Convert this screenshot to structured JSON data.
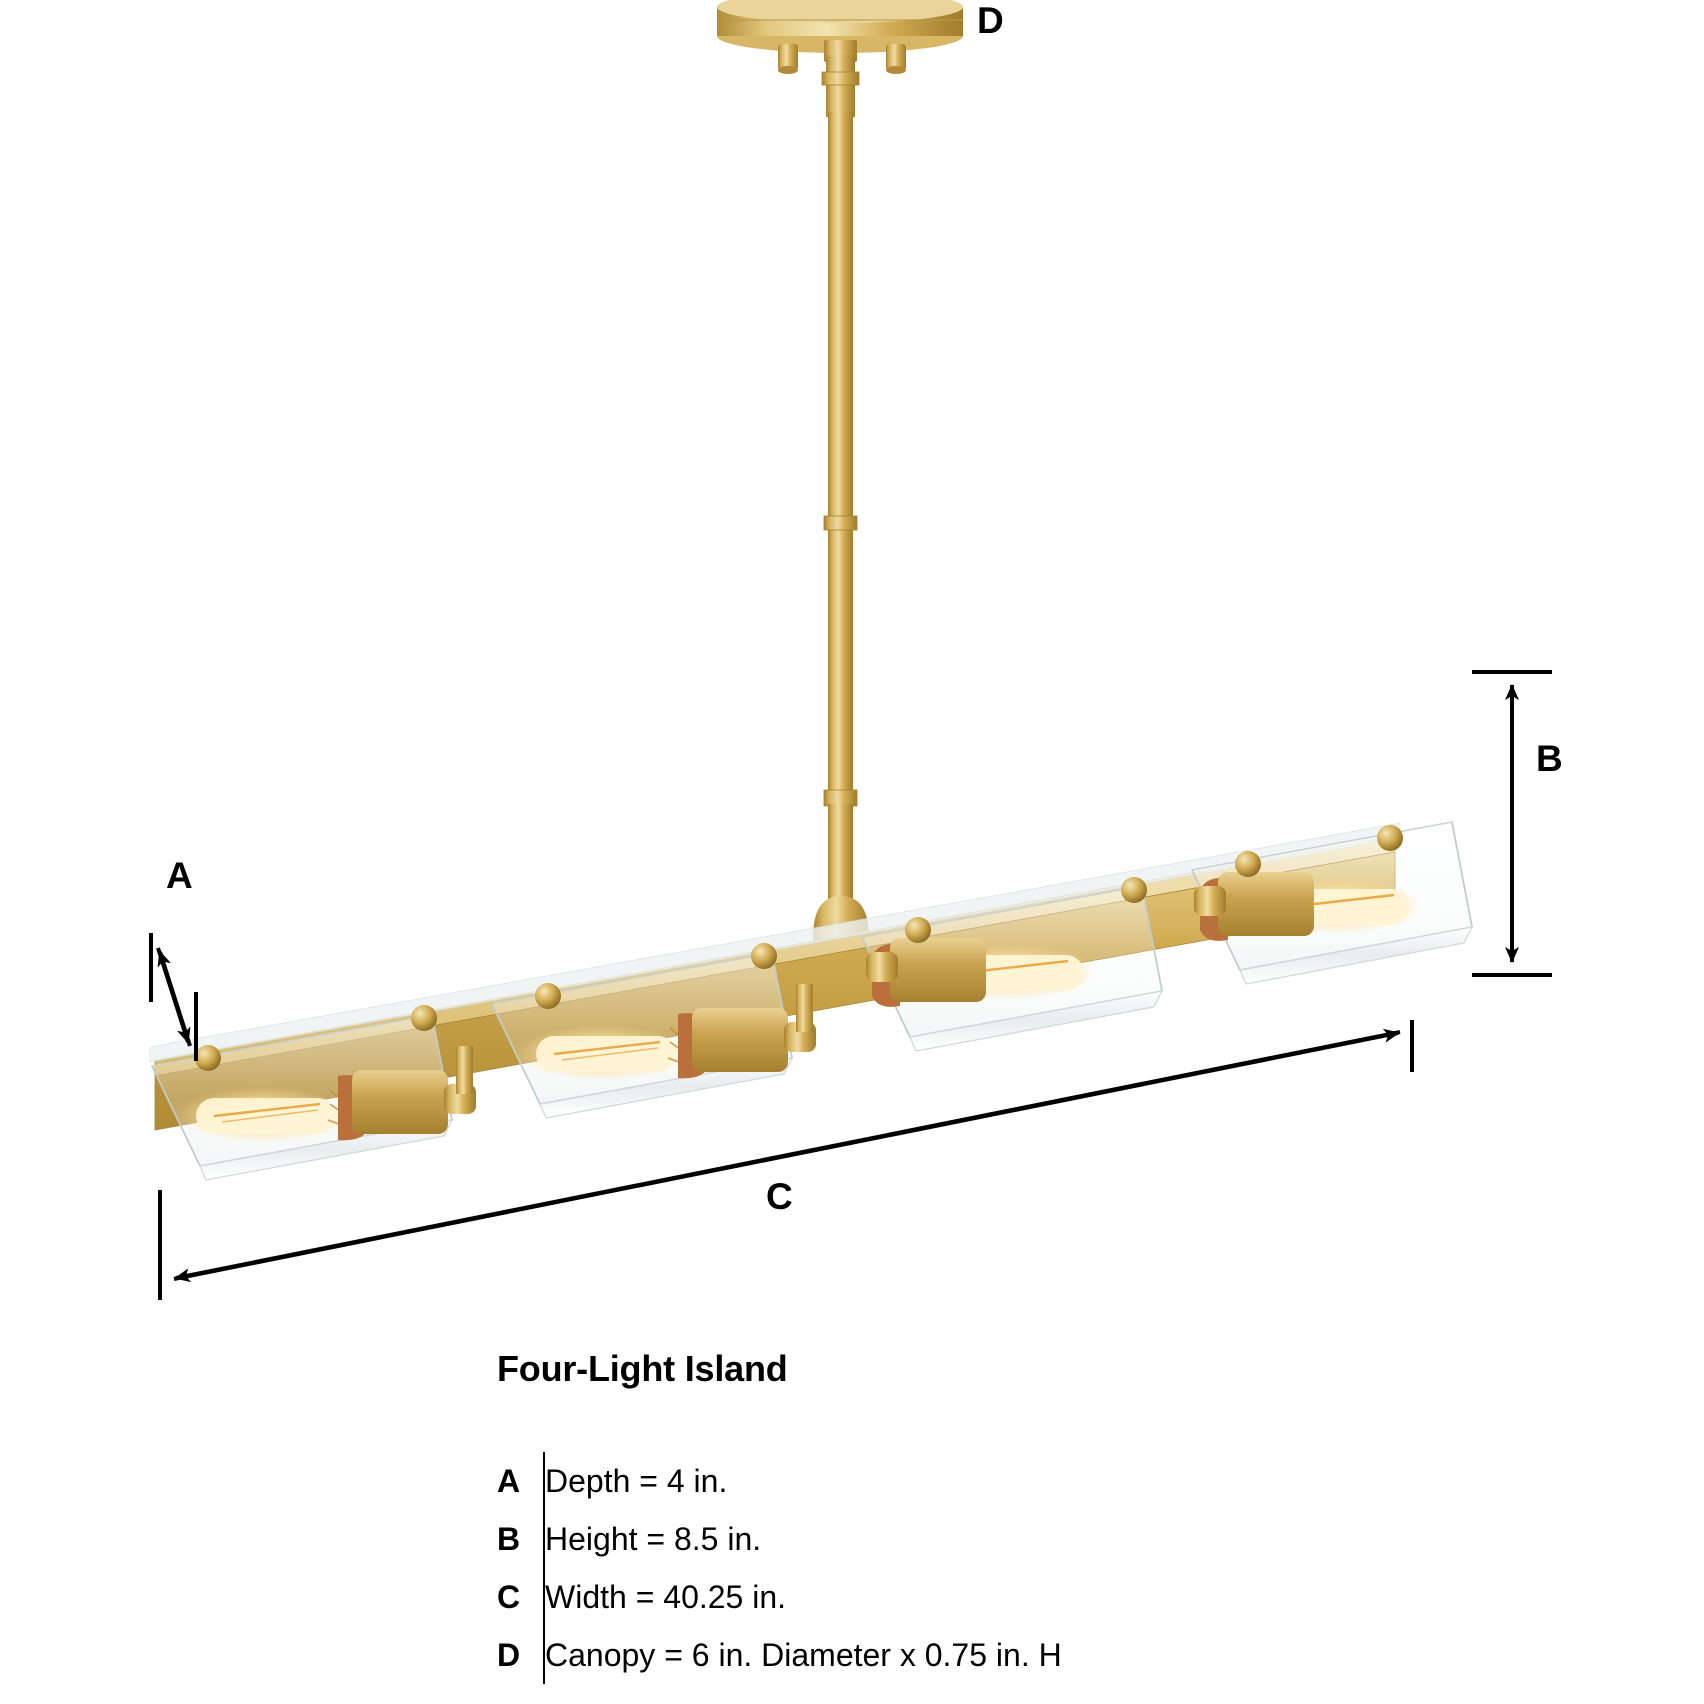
{
  "product": {
    "caption": "Four-Light Island",
    "light_count": 4,
    "finish_color": "#c9a44c",
    "glass_color": "#f2f4f4",
    "bulb_glow_color": "#ffdf9e"
  },
  "dimension_markers": {
    "a": "A",
    "b": "B",
    "c": "C",
    "d": "D"
  },
  "legend": {
    "rows": [
      {
        "key": "A",
        "value": "Depth = 4 in."
      },
      {
        "key": "B",
        "value": "Height = 8.5 in."
      },
      {
        "key": "C",
        "value": "Width = 40.25 in."
      },
      {
        "key": "D",
        "value": "Canopy = 6 in. Diameter x 0.75 in. H"
      }
    ]
  },
  "chart_data": {
    "type": "table",
    "title": "Four-Light Island",
    "categories": [
      "A",
      "B",
      "C",
      "D"
    ],
    "values": [
      4,
      8.5,
      40.25,
      6
    ],
    "labels": [
      "Depth = 4 in.",
      "Height = 8.5 in.",
      "Width = 40.25 in.",
      "Canopy = 6 in. Diameter x 0.75 in. H"
    ],
    "units": "in.",
    "xlabel": "",
    "ylabel": ""
  }
}
